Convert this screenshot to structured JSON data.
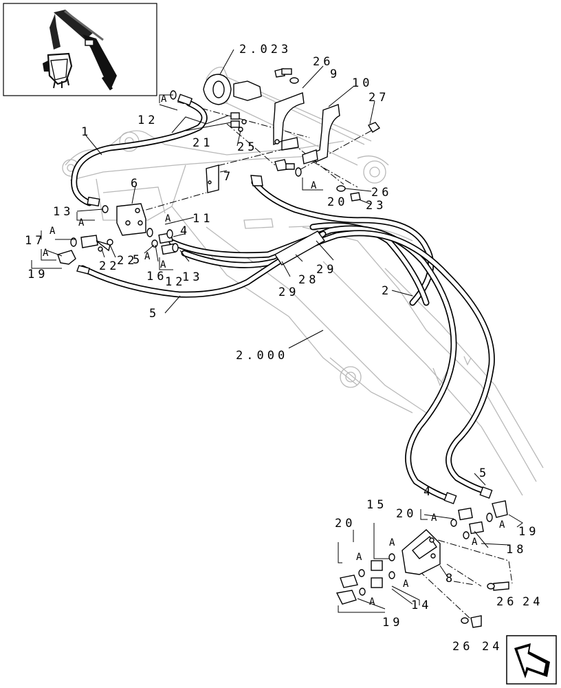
{
  "labels": {
    "ref_2_023": "2.023",
    "ref_2_000": "2.000",
    "l1": "1",
    "l2": "2",
    "l4a": "4",
    "l4b": "4",
    "l5a": "5",
    "l5b": "5",
    "l5c": "5",
    "l6": "6",
    "l7": "7",
    "l8": "8",
    "l9": "9",
    "l10": "10",
    "l11": "11",
    "l12a": "12",
    "l12b": "12",
    "l13a": "13",
    "l13b": "13",
    "l14": "14",
    "l15": "15",
    "l16": "16",
    "l17": "17",
    "l18": "18",
    "l19a": "19",
    "l19b": "19",
    "l19c": "19",
    "l20a": "20",
    "l20b": "20",
    "l20c": "20",
    "l21": "21",
    "l22a": "22",
    "l22b": "22",
    "l23": "23",
    "l24a": "24",
    "l24b": "24",
    "l25": "25",
    "l26a": "26",
    "l26b": "26",
    "l26c": "26",
    "l26d": "26",
    "l27": "27",
    "l28": "28",
    "l29a": "29",
    "l29b": "29",
    "A": "A"
  },
  "icons": {
    "thumbnail": "excavator-arm-thumbnail-icon",
    "navigation": "next-page-arrow-icon"
  },
  "colors": {
    "line": "#000000",
    "ghost": "#b8b8b8",
    "background": "#ffffff"
  }
}
